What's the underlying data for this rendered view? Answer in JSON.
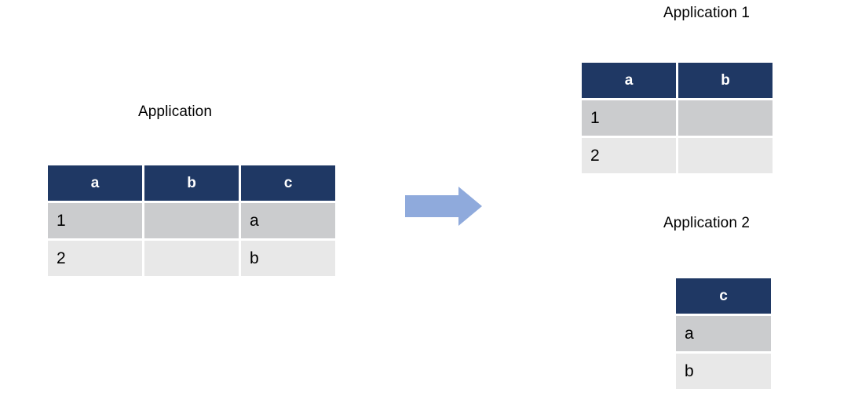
{
  "diagram": {
    "background_color": "#FFFFFF",
    "header_color": "#1F3864",
    "row_dark_color": "#CBCCCE",
    "row_light_color": "#E8E8E8",
    "arrow_color": "#8FAADC",
    "arrow_direction": "right"
  },
  "source": {
    "title": "Application",
    "table": {
      "columns": [
        "a",
        "b",
        "c"
      ],
      "rows": [
        {
          "shade": "dark",
          "cells": [
            "1",
            "",
            "a"
          ]
        },
        {
          "shade": "light",
          "cells": [
            "2",
            "",
            "b"
          ]
        }
      ]
    }
  },
  "targets": [
    {
      "title": "Application 1",
      "table": {
        "columns": [
          "a",
          "b"
        ],
        "rows": [
          {
            "shade": "dark",
            "cells": [
              "1",
              ""
            ]
          },
          {
            "shade": "light",
            "cells": [
              "2",
              ""
            ]
          }
        ]
      }
    },
    {
      "title": "Application 2",
      "table": {
        "columns": [
          "c"
        ],
        "rows": [
          {
            "shade": "dark",
            "cells": [
              "a"
            ]
          },
          {
            "shade": "light",
            "cells": [
              "b"
            ]
          }
        ]
      }
    }
  ],
  "arrow": {
    "label": "transforms-into",
    "icon": "arrow-right-icon"
  }
}
